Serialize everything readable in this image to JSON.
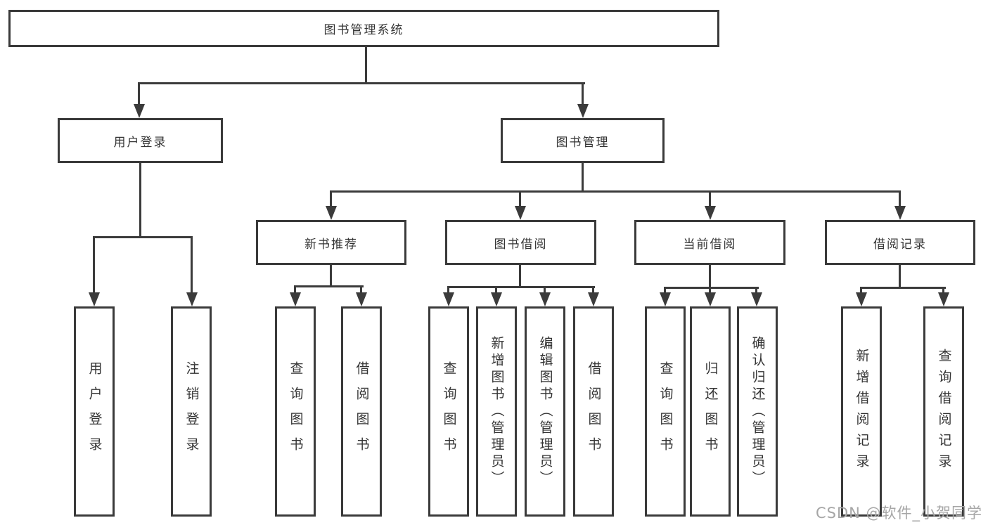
{
  "diagram": {
    "root": {
      "label": "图书管理系统"
    },
    "level2": [
      {
        "label": "用户登录"
      },
      {
        "label": "图书管理"
      }
    ],
    "level3": [
      {
        "label": "新书推荐"
      },
      {
        "label": "图书借阅"
      },
      {
        "label": "当前借阅"
      },
      {
        "label": "借阅记录"
      }
    ],
    "leaves": {
      "user_login": [
        {
          "label": "用户登录"
        },
        {
          "label": "注销登录"
        }
      ],
      "new_book_recommend": [
        {
          "label": "查询图书"
        },
        {
          "label": "借阅图书"
        }
      ],
      "book_borrow": [
        {
          "label": "查询图书"
        },
        {
          "label": "新增图书（管理员）"
        },
        {
          "label": "编辑图书（管理员）"
        },
        {
          "label": "借阅图书"
        }
      ],
      "current_borrow": [
        {
          "label": "查询图书"
        },
        {
          "label": "归还图书"
        },
        {
          "label": "确认归还（管理员）"
        }
      ],
      "borrow_record": [
        {
          "label": "新增借阅记录"
        },
        {
          "label": "查询借阅记录"
        }
      ]
    },
    "watermark": {
      "text": "CSDN @软件_小贺同学"
    },
    "colors": {
      "line": "#3b3b3b",
      "border": "#3a3a3a",
      "text": "#333333",
      "watermark": "#a6a6a6",
      "background": "#ffffff"
    }
  }
}
